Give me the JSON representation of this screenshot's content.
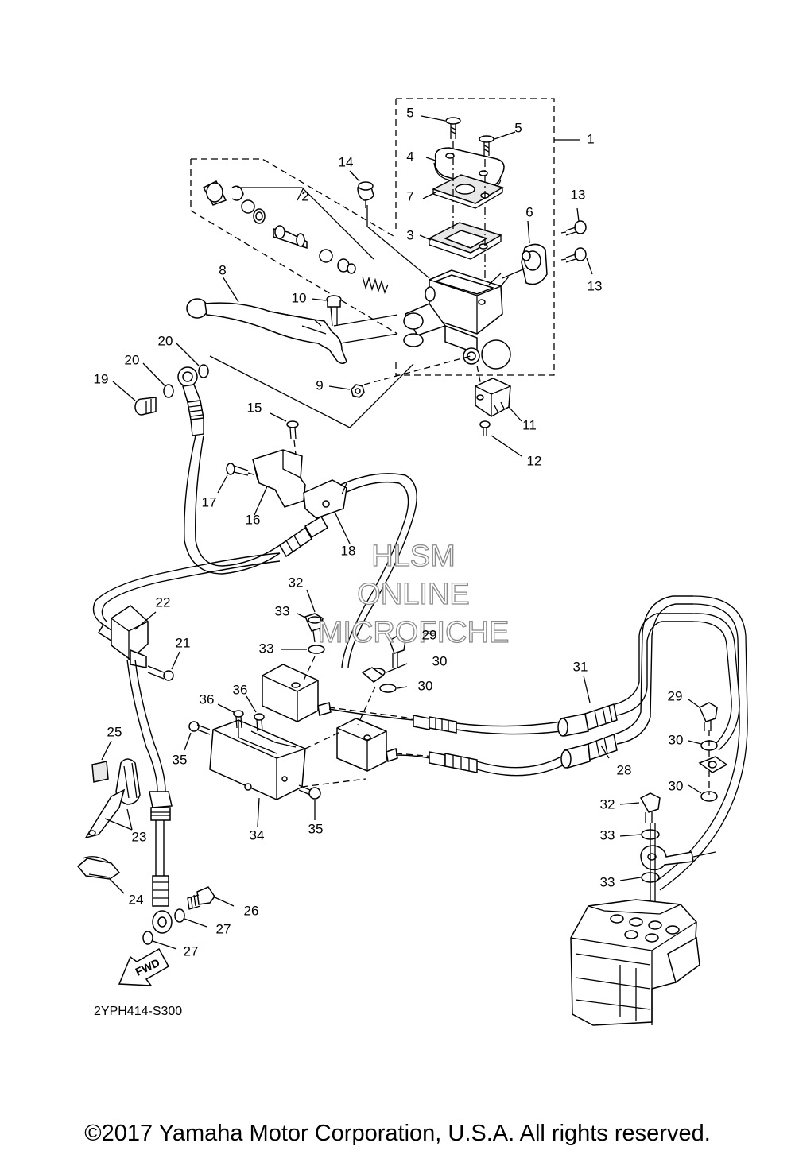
{
  "diagram": {
    "code": "2YPH414-S300",
    "copyright": "©2017 Yamaha Motor Corporation, U.S.A. All rights reserved.",
    "fwd_label": "FWD",
    "watermark": [
      "HLSM",
      "ONLINE",
      "MICROFICHE"
    ],
    "callouts": [
      "1",
      "2",
      "3",
      "4",
      "5",
      "5",
      "6",
      "7",
      "8",
      "9",
      "10",
      "11",
      "12",
      "13",
      "13",
      "14",
      "15",
      "16",
      "17",
      "18",
      "19",
      "20",
      "20",
      "21",
      "22",
      "23",
      "24",
      "25",
      "26",
      "27",
      "27",
      "28",
      "29",
      "29",
      "30",
      "30",
      "30",
      "30",
      "31",
      "32",
      "32",
      "33",
      "33",
      "33",
      "33",
      "34",
      "35",
      "35",
      "36",
      "36"
    ]
  }
}
